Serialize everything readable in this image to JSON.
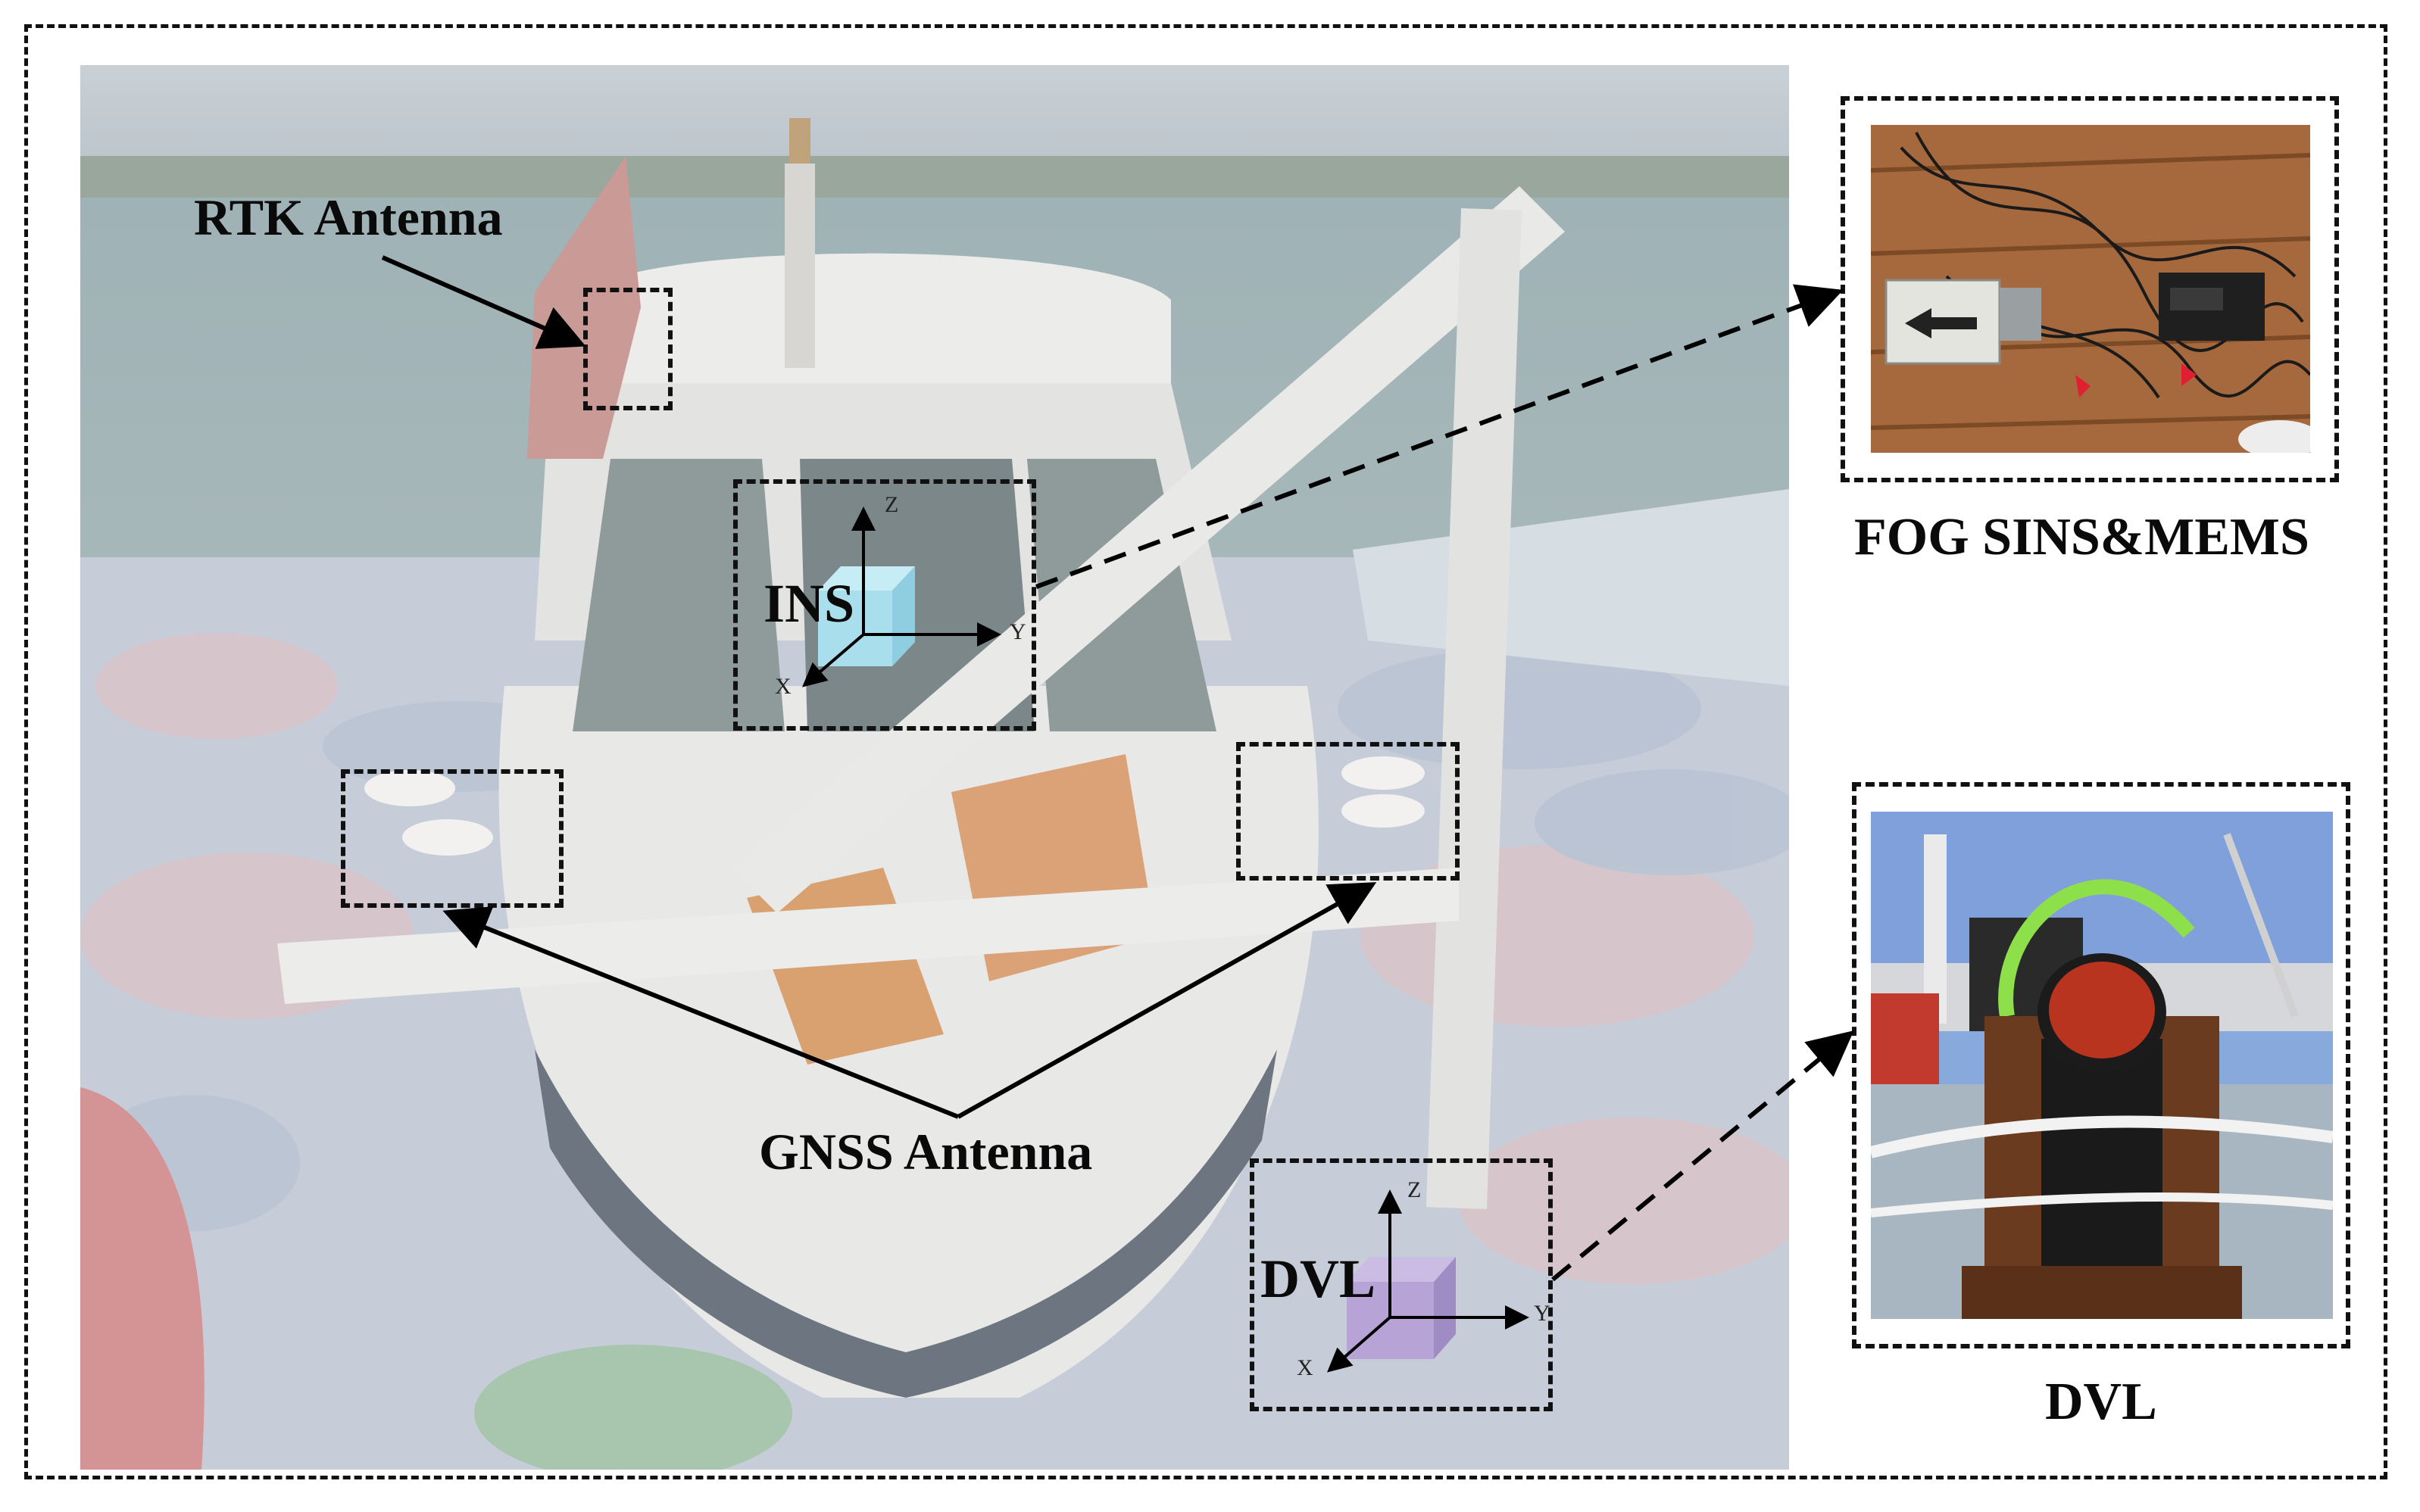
{
  "labels": {
    "rtk_antenna": "RTK Antenna",
    "gnss_antenna": "GNSS Antenna",
    "ins": "INS",
    "dvl_on_boat": "DVL",
    "fog_caption": "FOG SINS&MEMS",
    "dvl_caption": "DVL"
  },
  "axes": {
    "x": "X",
    "y": "Y",
    "z": "Z"
  },
  "colors": {
    "ins_cube": "#a9dfec",
    "dvl_cube": "#b7a3d6",
    "frame": "#111111"
  }
}
